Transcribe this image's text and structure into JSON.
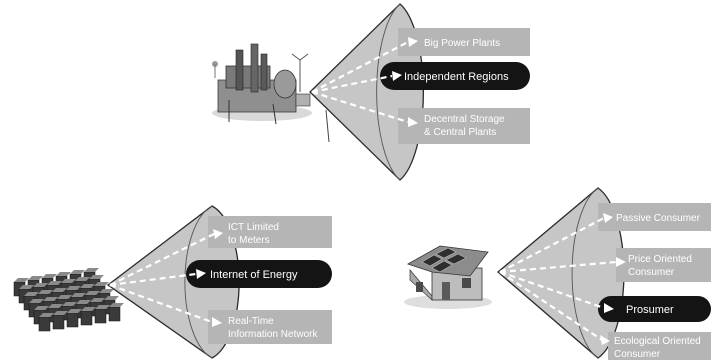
{
  "colors": {
    "cone_fill": "#c6c6c6",
    "cone_stroke": "#2b2b2b",
    "light_band": "#b5b5b5",
    "dark_band": "#141414",
    "arrow": "#ffffff"
  },
  "groups": [
    {
      "id": "generation",
      "icon": "power-plant-icon",
      "options": [
        {
          "lines": [
            "Big Power Plants"
          ],
          "highlight": false
        },
        {
          "lines": [
            "Independent Regions"
          ],
          "highlight": true
        },
        {
          "lines": [
            "Decentral Storage",
            "& Central Plants"
          ],
          "highlight": false
        }
      ]
    },
    {
      "id": "information",
      "icon": "server-grid-icon",
      "options": [
        {
          "lines": [
            "ICT Limited",
            "to Meters"
          ],
          "highlight": false
        },
        {
          "lines": [
            "Internet of Energy"
          ],
          "highlight": true
        },
        {
          "lines": [
            "Real-Time",
            "Information Network"
          ],
          "highlight": false
        }
      ]
    },
    {
      "id": "consumer",
      "icon": "solar-house-icon",
      "options": [
        {
          "lines": [
            "Passive Consumer"
          ],
          "highlight": false
        },
        {
          "lines": [
            "Price Oriented",
            "Consumer"
          ],
          "highlight": false
        },
        {
          "lines": [
            "Prosumer"
          ],
          "highlight": true
        },
        {
          "lines": [
            "Ecological Oriented",
            "Consumer"
          ],
          "highlight": false
        }
      ]
    }
  ]
}
